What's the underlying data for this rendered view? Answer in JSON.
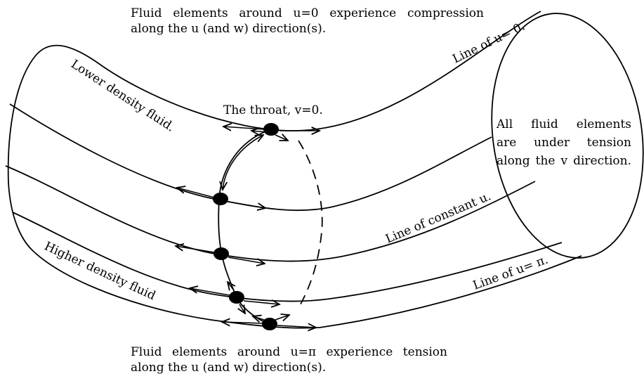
{
  "captions": {
    "top_line1": "Fluid elements around u=0 experience compression",
    "top_line2": "along the u (and w) direction(s).",
    "bottom_line1": "Fluid elements around u=π experience tension",
    "bottom_line2": "along the u (and w) direction(s)."
  },
  "ellipse_note": {
    "line1": "All fluid elements",
    "line2": "are under tension",
    "line3": "along the v direction."
  },
  "labels": {
    "throat": "The throat, v=0.",
    "line_u0": "Line of u= 0.",
    "line_const_u": "Line of constant u.",
    "line_upi": "Line of u= π.",
    "lower_density": "Lower density fluid.",
    "higher_density": "Higher density fluid"
  }
}
